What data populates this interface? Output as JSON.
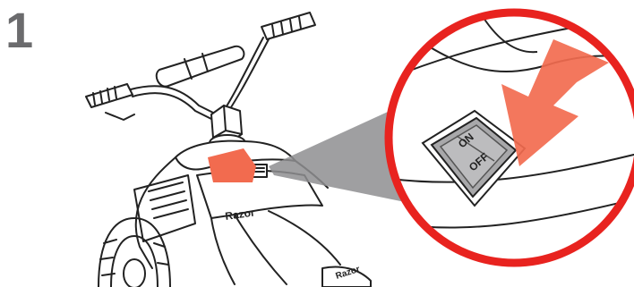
{
  "step": {
    "number": "1"
  },
  "vehicle": {
    "brand_label": "Razor",
    "brand_label_2": "Razor"
  },
  "switch": {
    "on_label": "ON",
    "off_label": "OFF"
  },
  "colors": {
    "step_number": "#6b6b6d",
    "callout_ring": "#e8231f",
    "highlight": "#f26b4f",
    "beam": "#8e8e90",
    "line_art": "#222222",
    "switch_body": "#a8a8aa"
  },
  "icons": {
    "pointer": "arrow-icon",
    "callout": "magnifier-callout"
  }
}
